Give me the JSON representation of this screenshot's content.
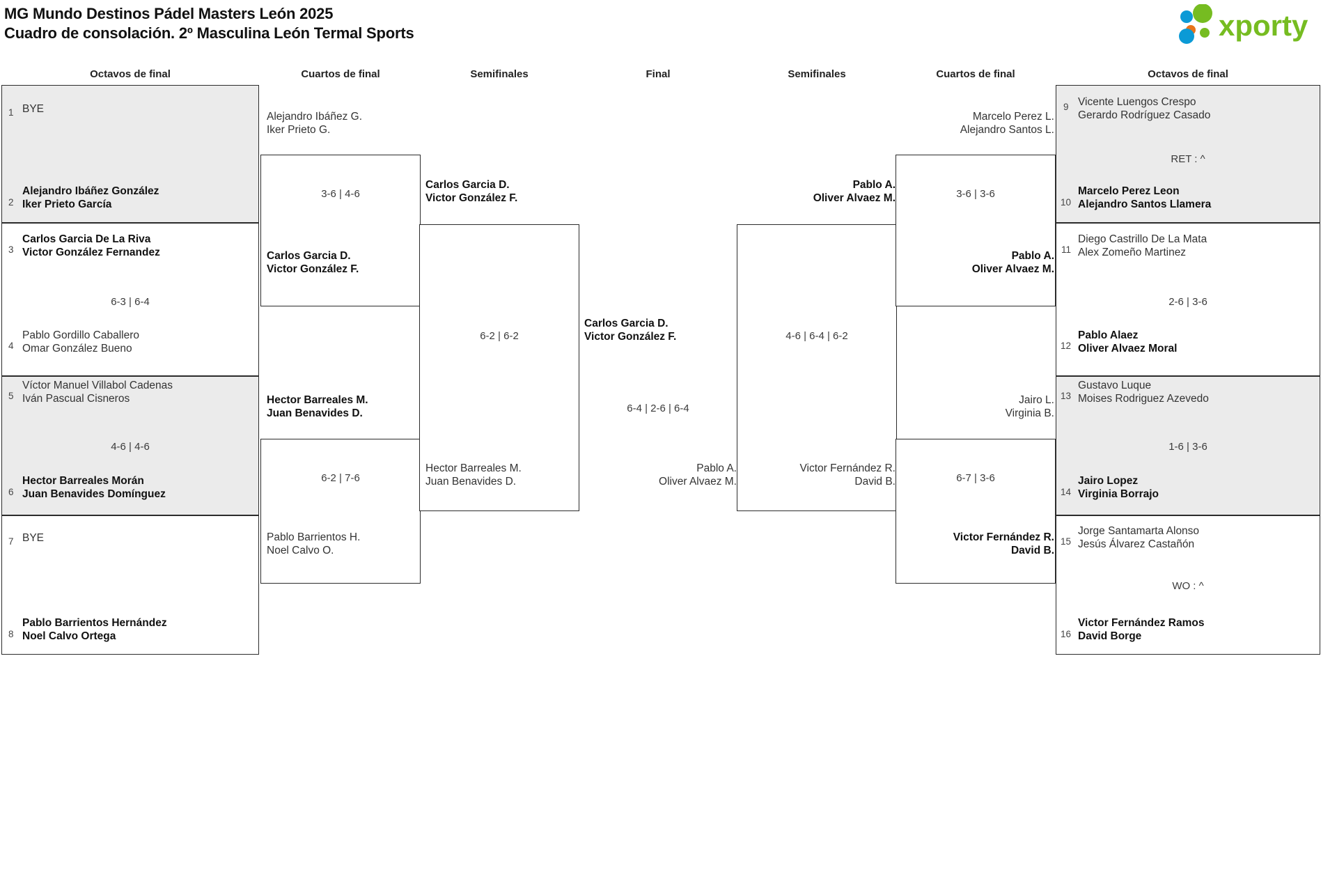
{
  "header": {
    "title_line1": "MG Mundo Destinos Pádel Masters León 2025",
    "title_line2": "Cuadro de consolación. 2º Masculina León Termal Sports",
    "logo_text": "xporty",
    "logo_colors": {
      "green": "#76bc21",
      "blue": "#0b9ad6",
      "orange": "#e8731a"
    }
  },
  "round_headers": {
    "left_octavos": "Octavos de final",
    "left_cuartos": "Cuartos de final",
    "left_semis": "Semifinales",
    "final": "Final",
    "right_semis": "Semifinales",
    "right_cuartos": "Cuartos de final",
    "right_octavos": "Octavos de final"
  },
  "bracket": {
    "left_octavos": [
      {
        "seed": "1",
        "line1": "BYE",
        "line2": "",
        "winner": false,
        "shaded": true
      },
      {
        "seed": "2",
        "line1": "Alejandro Ibáñez González",
        "line2": "Iker Prieto García",
        "winner": true,
        "shaded": true
      },
      {
        "seed": "3",
        "line1": "Carlos Garcia De La Riva",
        "line2": "Victor González Fernandez",
        "winner": true,
        "shaded": false
      },
      {
        "seed": "4",
        "line1": "Pablo Gordillo Caballero",
        "line2": "Omar González Bueno",
        "winner": false,
        "shaded": false
      },
      {
        "seed": "5",
        "line1": "Víctor Manuel Villabol Cadenas",
        "line2": "Iván Pascual Cisneros",
        "winner": false,
        "shaded": true
      },
      {
        "seed": "6",
        "line1": "Hector Barreales Morán",
        "line2": "Juan Benavides Domínguez",
        "winner": true,
        "shaded": true
      },
      {
        "seed": "7",
        "line1": "BYE",
        "line2": "",
        "winner": false,
        "shaded": false
      },
      {
        "seed": "8",
        "line1": "Pablo Barrientos Hernández",
        "line2": "Noel Calvo Ortega",
        "winner": true,
        "shaded": false
      }
    ],
    "left_octavos_scores": [
      {
        "value": ""
      },
      {
        "value": "6-3 | 6-4"
      },
      {
        "value": "4-6 | 4-6"
      },
      {
        "value": ""
      }
    ],
    "left_cuartos": [
      {
        "line1": "Alejandro Ibáñez G.",
        "line2": "Iker Prieto G.",
        "winner": false
      },
      {
        "line1": "Carlos Garcia D.",
        "line2": "Victor González F.",
        "winner": true
      },
      {
        "line1": "Hector Barreales M.",
        "line2": "Juan Benavides D.",
        "winner": true
      },
      {
        "line1": "Pablo Barrientos H.",
        "line2": "Noel Calvo O.",
        "winner": false
      }
    ],
    "left_cuartos_scores": [
      {
        "value": "3-6 | 4-6"
      },
      {
        "value": "6-2 | 7-6"
      }
    ],
    "left_semis": [
      {
        "line1": "Carlos Garcia D.",
        "line2": "Victor González F.",
        "winner": true
      },
      {
        "line1": "Hector Barreales M.",
        "line2": "Juan Benavides D.",
        "winner": false
      }
    ],
    "left_semis_scores": [
      {
        "value": "6-2 | 6-2"
      }
    ],
    "final": [
      {
        "line1": "Carlos Garcia D.",
        "line2": "Victor González F.",
        "winner": true
      },
      {
        "line1": "Pablo A.",
        "line2": "Oliver Alvaez M.",
        "winner": false
      }
    ],
    "final_scores": [
      {
        "value": "6-4 | 2-6 | 6-4"
      }
    ],
    "right_semis": [
      {
        "line1": "Pablo A.",
        "line2": "Oliver Alvaez M.",
        "winner": true
      },
      {
        "line1": "Victor Fernández R.",
        "line2": "David B.",
        "winner": false
      }
    ],
    "right_semis_scores": [
      {
        "value": "4-6 | 6-4 | 6-2"
      }
    ],
    "right_cuartos": [
      {
        "line1": "Marcelo Perez L.",
        "line2": "Alejandro Santos L.",
        "winner": false
      },
      {
        "line1": "Pablo A.",
        "line2": "Oliver Alvaez M.",
        "winner": true
      },
      {
        "line1": "Jairo L.",
        "line2": "Virginia B.",
        "winner": false
      },
      {
        "line1": "Victor Fernández R.",
        "line2": "David B.",
        "winner": true
      }
    ],
    "right_cuartos_scores": [
      {
        "value": "3-6 | 3-6"
      },
      {
        "value": "6-7 | 3-6"
      }
    ],
    "right_octavos": [
      {
        "seed": "9",
        "line1": "Vicente Luengos Crespo",
        "line2": "Gerardo Rodríguez Casado",
        "winner": false,
        "shaded": true
      },
      {
        "seed": "10",
        "line1": "Marcelo Perez Leon",
        "line2": "Alejandro Santos Llamera",
        "winner": true,
        "shaded": true
      },
      {
        "seed": "11",
        "line1": "Diego Castrillo De La Mata",
        "line2": "Alex Zomeño Martinez",
        "winner": false,
        "shaded": false
      },
      {
        "seed": "12",
        "line1": "Pablo Alaez",
        "line2": "Oliver Alvaez Moral",
        "winner": true,
        "shaded": false
      },
      {
        "seed": "13",
        "line1": "Gustavo Luque",
        "line2": "Moises Rodriguez Azevedo",
        "winner": false,
        "shaded": true
      },
      {
        "seed": "14",
        "line1": "Jairo Lopez",
        "line2": "Virginia Borrajo",
        "winner": true,
        "shaded": true
      },
      {
        "seed": "15",
        "line1": "Jorge Santamarta Alonso",
        "line2": "Jesús Álvarez Castañón",
        "winner": false,
        "shaded": false
      },
      {
        "seed": "16",
        "line1": "Victor Fernández Ramos",
        "line2": "David Borge",
        "winner": true,
        "shaded": false
      }
    ],
    "right_octavos_scores": [
      {
        "value": "RET : ^"
      },
      {
        "value": "2-6 | 3-6"
      },
      {
        "value": "1-6 | 3-6"
      },
      {
        "value": "WO : ^"
      }
    ]
  }
}
